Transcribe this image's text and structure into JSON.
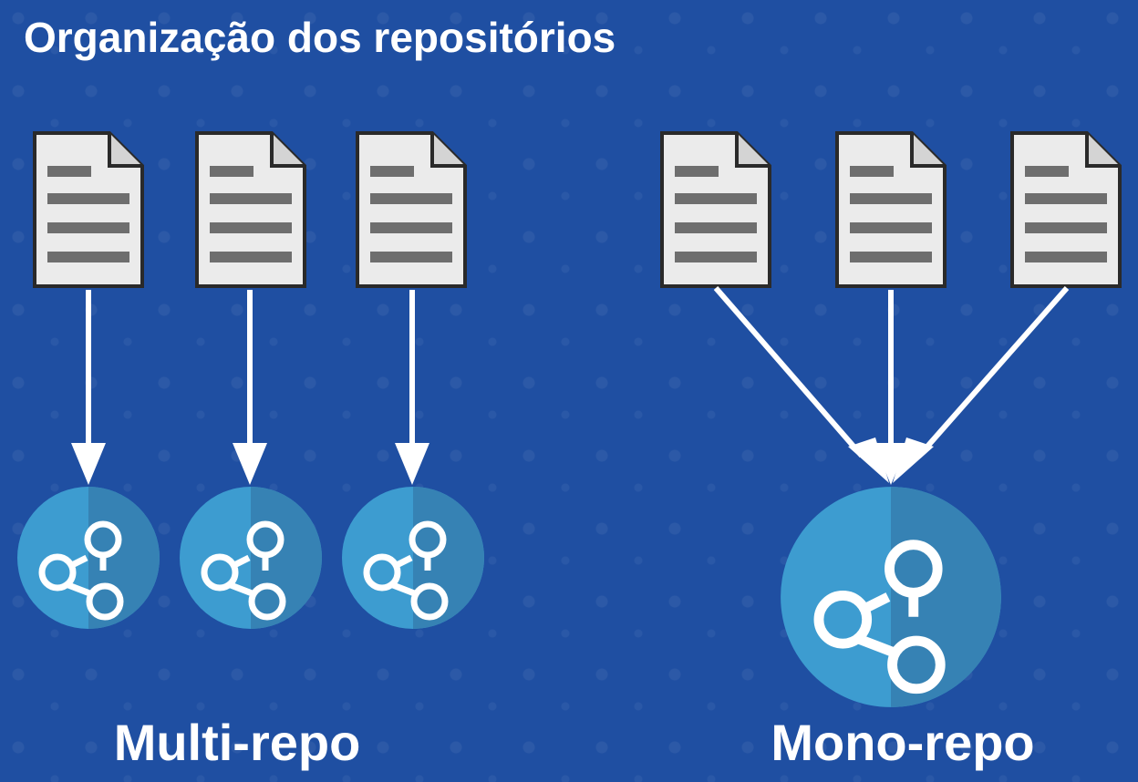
{
  "title": "Organização dos repositórios",
  "labels": {
    "multi": "Multi-repo",
    "mono": "Mono-repo"
  },
  "colors": {
    "background": "#1f4fa2",
    "doc_fill": "#ebebeb",
    "doc_lines": "#6e6e6e",
    "repo_light": "#3d9cd0",
    "repo_dark": "#3682b4",
    "arrow": "#ffffff"
  },
  "icons": {
    "document": "document-icon",
    "repository": "git-repo-icon"
  }
}
